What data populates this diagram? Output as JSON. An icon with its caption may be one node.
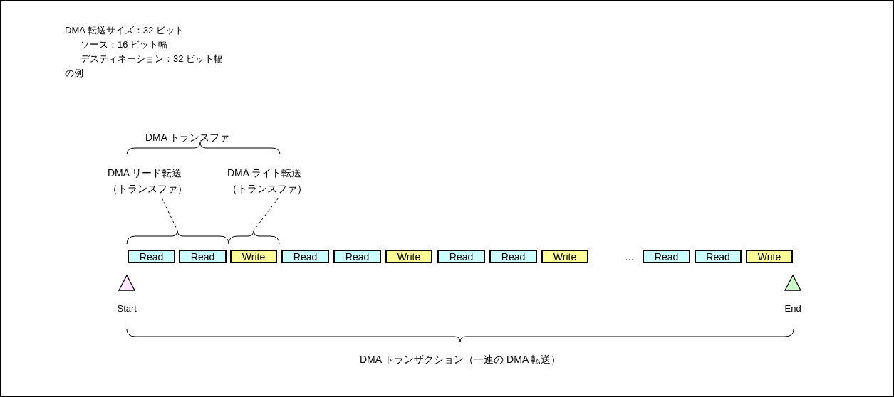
{
  "diagram": {
    "nodes": [
      {
        "text": [
          "Read"
        ]
      },
      {
        "text": [
          "Read"
        ]
      },
      {
        "text": [
          "Write"
        ]
      },
      {
        "text": [
          "Read"
        ]
      },
      {
        "text": [
          "Read"
        ]
      },
      {
        "text": [
          "Write"
        ]
      },
      {
        "text": [
          "Read"
        ]
      },
      {
        "text": [
          "Read"
        ]
      },
      {
        "text": [
          "Write"
        ]
      },
      {
        "text": [
          "Read"
        ]
      },
      {
        "text": [
          "Read"
        ]
      },
      {
        "text": [
          "Write"
        ]
      },
      {
        "text": [],
        "shape": "triangle",
        "beside": [
          "Start"
        ]
      },
      {
        "text": [],
        "shape": "triangle",
        "beside": [
          "End"
        ]
      },
      {
        "text": [
          "DMA リード転送（トランスファ）"
        ]
      },
      {
        "text": [
          "DMA ライト転送（トランスファ）"
        ]
      },
      {
        "text": [],
        "shape": "brace"
      },
      {
        "text": [],
        "shape": "brace"
      }
    ],
    "edges": [
      {
        "from": 14,
        "to": 16,
        "arrow": "none",
        "style": "dashed"
      },
      {
        "from": 15,
        "to": 17,
        "arrow": "none",
        "style": "dashed"
      }
    ],
    "labels": [
      "DMA 転送サイズ：32 ビット",
      "ソース：16 ビット幅",
      "デスティネーション：32 ビット幅",
      "の例",
      "DMA トランスファ",
      "…",
      "DMA トランザクション（一連の DMA 転送）"
    ]
  }
}
